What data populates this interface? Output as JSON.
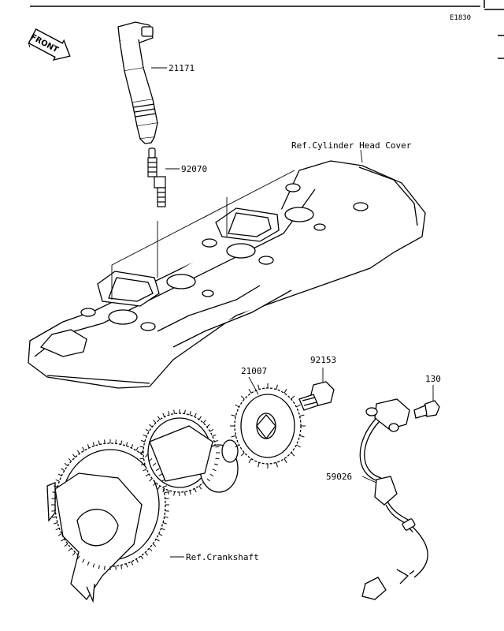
{
  "figure_id": "E1830",
  "front_label": "FRONT",
  "parts": [
    {
      "number": "21171"
    },
    {
      "number": "92070"
    },
    {
      "number": "21007"
    },
    {
      "number": "92153"
    },
    {
      "number": "130"
    },
    {
      "number": "59026"
    }
  ],
  "references": [
    {
      "text": "Ref.Cylinder Head Cover"
    },
    {
      "text": "Ref.Crankshaft"
    }
  ]
}
